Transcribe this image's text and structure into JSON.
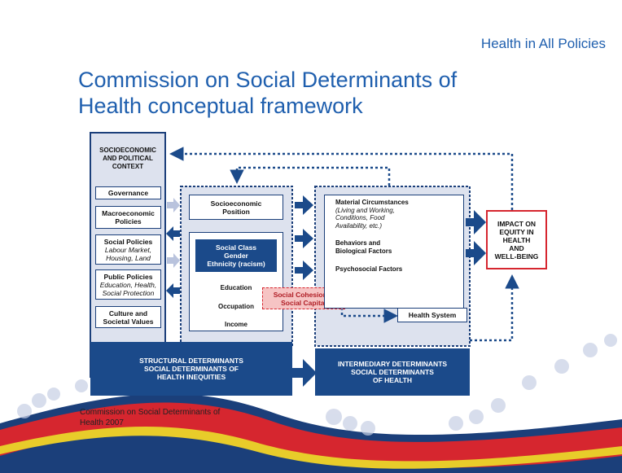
{
  "slide": {
    "header": "Health in All Policies",
    "title_line1": "Commission on Social Determinants of",
    "title_line2": "Health conceptual framework",
    "citation_line1": "Commission on Social Determinants of",
    "citation_line2": "Health 2007"
  },
  "context": {
    "title_line1": "SOCIOECONOMIC",
    "title_line2": "AND POLITICAL",
    "title_line3": "CONTEXT",
    "governance": "Governance",
    "macro_line1": "Macroeconomic",
    "macro_line2": "Policies",
    "social_title": "Social Policies",
    "social_detail_line1": "Labour Market,",
    "social_detail_line2": "Housing, Land",
    "public_title": "Public Policies",
    "public_detail_line1": "Education, Health,",
    "public_detail_line2": "Social Protection",
    "culture_line1": "Culture and",
    "culture_line2": "Societal Values"
  },
  "structural": {
    "socioeconomic_line1": "Socioeconomic",
    "socioeconomic_line2": "Position",
    "class_line1": "Social Class",
    "class_line2": "Gender",
    "class_line3": "Ethnicity (racism)",
    "education": "Education",
    "occupation": "Occupation",
    "income": "Income",
    "label_line1": "STRUCTURAL DETERMINANTS",
    "label_line2": "SOCIAL DETERMINANTS OF",
    "label_line3": "HEALTH INEQUITIES"
  },
  "cohesion": {
    "line1": "Social Cohesion &",
    "line2": "Social Capital"
  },
  "intermediary": {
    "material_title": "Material Circumstances",
    "material_detail_line1": "(Living and Working,",
    "material_detail_line2": "Conditions, Food",
    "material_detail_line3": "Availability, etc.)",
    "behaviors_line1": "Behaviors and",
    "behaviors_line2": "Biological Factors",
    "psychosocial": "Psychosocial Factors",
    "health_system": "Health System",
    "label_line1": "INTERMEDIARY DETERMINANTS",
    "label_line2": "SOCIAL DETERMINANTS",
    "label_line3": "OF HEALTH"
  },
  "impact": {
    "line1": "IMPACT ON",
    "line2": "EQUITY IN",
    "line3": "HEALTH",
    "line4": "AND",
    "line5": "WELL-BEING"
  },
  "colors": {
    "navy": "#1b4a8a",
    "title_blue": "#1f5fae",
    "red": "#d6262f",
    "panel": "#dde2ee"
  }
}
